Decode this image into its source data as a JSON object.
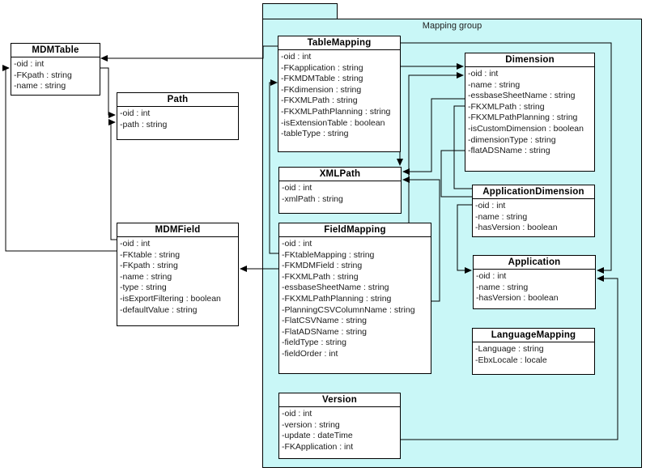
{
  "package": {
    "label": "Mapping group"
  },
  "classes": [
    {
      "id": "mdmtable",
      "name": "MDMTable",
      "fields": [
        "-oid : int",
        "-FKpath : string",
        "-name : string"
      ]
    },
    {
      "id": "path",
      "name": "Path",
      "fields": [
        "-oid : int",
        "-path : string"
      ]
    },
    {
      "id": "mdmfield",
      "name": "MDMField",
      "fields": [
        "-oid : int",
        "-FKtable : string",
        "-FKpath : string",
        "-name : string",
        "-type : string",
        "-isExportFiltering : boolean",
        "-defaultValue : string"
      ]
    },
    {
      "id": "tablemapping",
      "name": "TableMapping",
      "fields": [
        "-oid : int",
        "-FKapplication : string",
        "-FKMDMTable : string",
        "-FKdimension : string",
        "-FKXMLPath : string",
        "-FKXMLPathPlanning : string",
        "-isExtensionTable : boolean",
        "-tableType : string"
      ]
    },
    {
      "id": "xmlpath",
      "name": "XMLPath",
      "fields": [
        "-oid : int",
        "-xmlPath : string"
      ]
    },
    {
      "id": "fieldmapping",
      "name": "FieldMapping",
      "fields": [
        "-oid : int",
        "-FKtableMapping : string",
        "-FKMDMField : string",
        "-FKXMLPath : string",
        "-essbaseSheetName : string",
        "-FKXMLPathPlanning : string",
        "-PlanningCSVColumnName : string",
        "-FlatCSVName : string",
        "-FlatADSName : string",
        "-fieldType : string",
        "-fieldOrder : int"
      ]
    },
    {
      "id": "version",
      "name": "Version",
      "fields": [
        "-oid : int",
        "-version : string",
        "-update : dateTime",
        "-FKApplication : int"
      ]
    },
    {
      "id": "dimension",
      "name": "Dimension",
      "fields": [
        "-oid : int",
        "-name : string",
        "-essbaseSheetName : string",
        "-FKXMLPath : string",
        "-FKXMLPathPlanning : string",
        "-isCustomDimension : boolean",
        "-dimensionType : string",
        "-flatADSName : string"
      ]
    },
    {
      "id": "appdimension",
      "name": "ApplicationDimension",
      "fields": [
        "-oid : int",
        "-name : string",
        "-hasVersion : boolean"
      ]
    },
    {
      "id": "application",
      "name": "Application",
      "fields": [
        "-oid : int",
        "-name : string",
        "-hasVersion : boolean"
      ]
    },
    {
      "id": "languagemapping",
      "name": "LanguageMapping",
      "fields": [
        "-Language : string",
        "-EbxLocale : locale"
      ]
    }
  ],
  "connectors": [
    {
      "from": "TableMapping",
      "to": "MDMTable",
      "arrow": true
    },
    {
      "from": "MDMTable",
      "to": "Path",
      "arrow": true
    },
    {
      "from": "MDMField",
      "to": "Path",
      "arrow": true
    },
    {
      "from": "MDMField",
      "to": "MDMTable",
      "arrow": true
    },
    {
      "from": "FieldMapping",
      "to": "TableMapping",
      "arrow": true
    },
    {
      "from": "FieldMapping",
      "to": "MDMField",
      "arrow": true
    },
    {
      "from": "TableMapping",
      "to": "Dimension",
      "arrow": true
    },
    {
      "from": "FieldMapping",
      "to": "Dimension",
      "arrow": true
    },
    {
      "from": "TableMapping",
      "to": "XMLPath",
      "arrow": true
    },
    {
      "from": "Dimension",
      "to": "XMLPath",
      "arrow": true
    },
    {
      "from": "FieldMapping",
      "to": "XMLPath",
      "arrow": true
    },
    {
      "from": "Dimension",
      "to": "ApplicationDimension",
      "arrow": false
    },
    {
      "from": "Dimension",
      "to": "ApplicationDimension",
      "arrow": false
    },
    {
      "from": "ApplicationDimension",
      "to": "Application",
      "arrow": true
    },
    {
      "from": "TableMapping",
      "to": "Application",
      "arrow": true
    },
    {
      "from": "Version",
      "to": "Application",
      "arrow": true
    }
  ],
  "colors": {
    "package_fill": "#c9f7f7",
    "box_fill": "#ffffff",
    "line": "#000000"
  }
}
